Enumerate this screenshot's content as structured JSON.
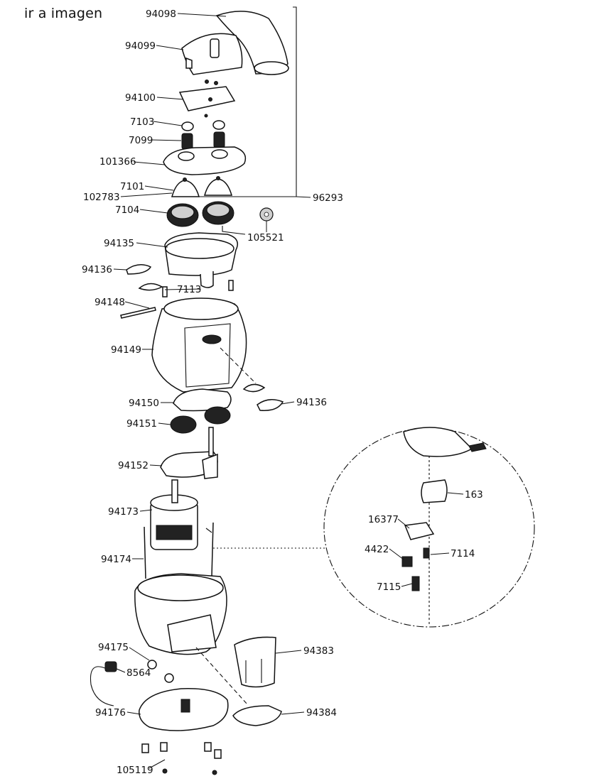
{
  "header": {
    "back_link": "ir a imagen"
  },
  "labels": {
    "p94098": "94098",
    "p94099": "94099",
    "p94100": "94100",
    "p7103": "7103",
    "p7099": "7099",
    "p101366": "101366",
    "p7101": "7101",
    "p102783": "102783",
    "p7104": "7104",
    "p96293": "96293",
    "p105521": "105521",
    "p94135": "94135",
    "p94136a": "94136",
    "p7113": "7113",
    "p94148": "94148",
    "p94149": "94149",
    "p94150": "94150",
    "p94136b": "94136",
    "p94151": "94151",
    "p94152": "94152",
    "p94173": "94173",
    "p94174": "94174",
    "p163": "163",
    "p16377": "16377",
    "p4422": "4422",
    "p7114": "7114",
    "p7115": "7115",
    "p94175": "94175",
    "p8564": "8564",
    "p94383": "94383",
    "p94176": "94176",
    "p94384": "94384",
    "p105119": "105119"
  }
}
